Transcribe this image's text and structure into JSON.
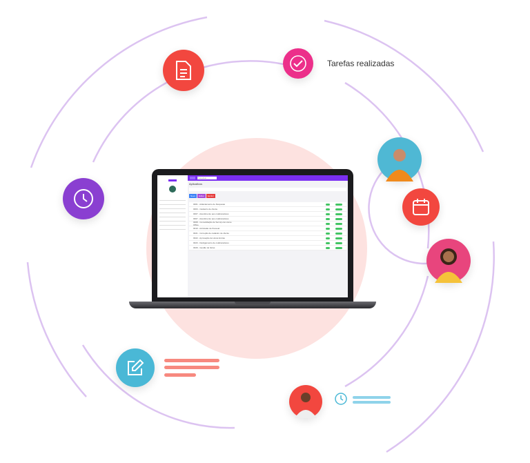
{
  "caption": {
    "text": "Tarefas realizadas"
  },
  "colors": {
    "arc": "#dcc3f1",
    "glow": "#fde2e0",
    "document": "#f2473f",
    "check": "#ec2f8a",
    "clock": "#8a3fd1",
    "calendar": "#f2473f",
    "edit": "#4ab8d6",
    "accent_lines": "#f7897f",
    "teal_lines": "#8fd3ea",
    "app_header": "#7b2ff2"
  },
  "icons": [
    "document-icon",
    "check-circle-icon",
    "clock-icon",
    "calendar-icon",
    "edit-icon",
    "small-clock-icon"
  ],
  "app": {
    "page_title": "Aplicativos",
    "search_placeholder": "Pesquisar...",
    "buttons": [
      "Novo",
      "Editar",
      "Excluir"
    ],
    "rows": [
      "0001 - Adiantamento de Despesas",
      "0003 - Cadastro de cliente",
      "0007 - Atendimento aos colaboradores",
      "0007 - Atendimento aos colaboradores",
      "0008 - Consolidação de Serviço de Home Office",
      "0010 - Admissão de Pessoal",
      "0021 - Correção de cadastro de cliente",
      "0022 - Aprovação de Horas Extras",
      "0023 - Desligamento de colaboradores",
      "0029 - Gestão de férias"
    ]
  }
}
